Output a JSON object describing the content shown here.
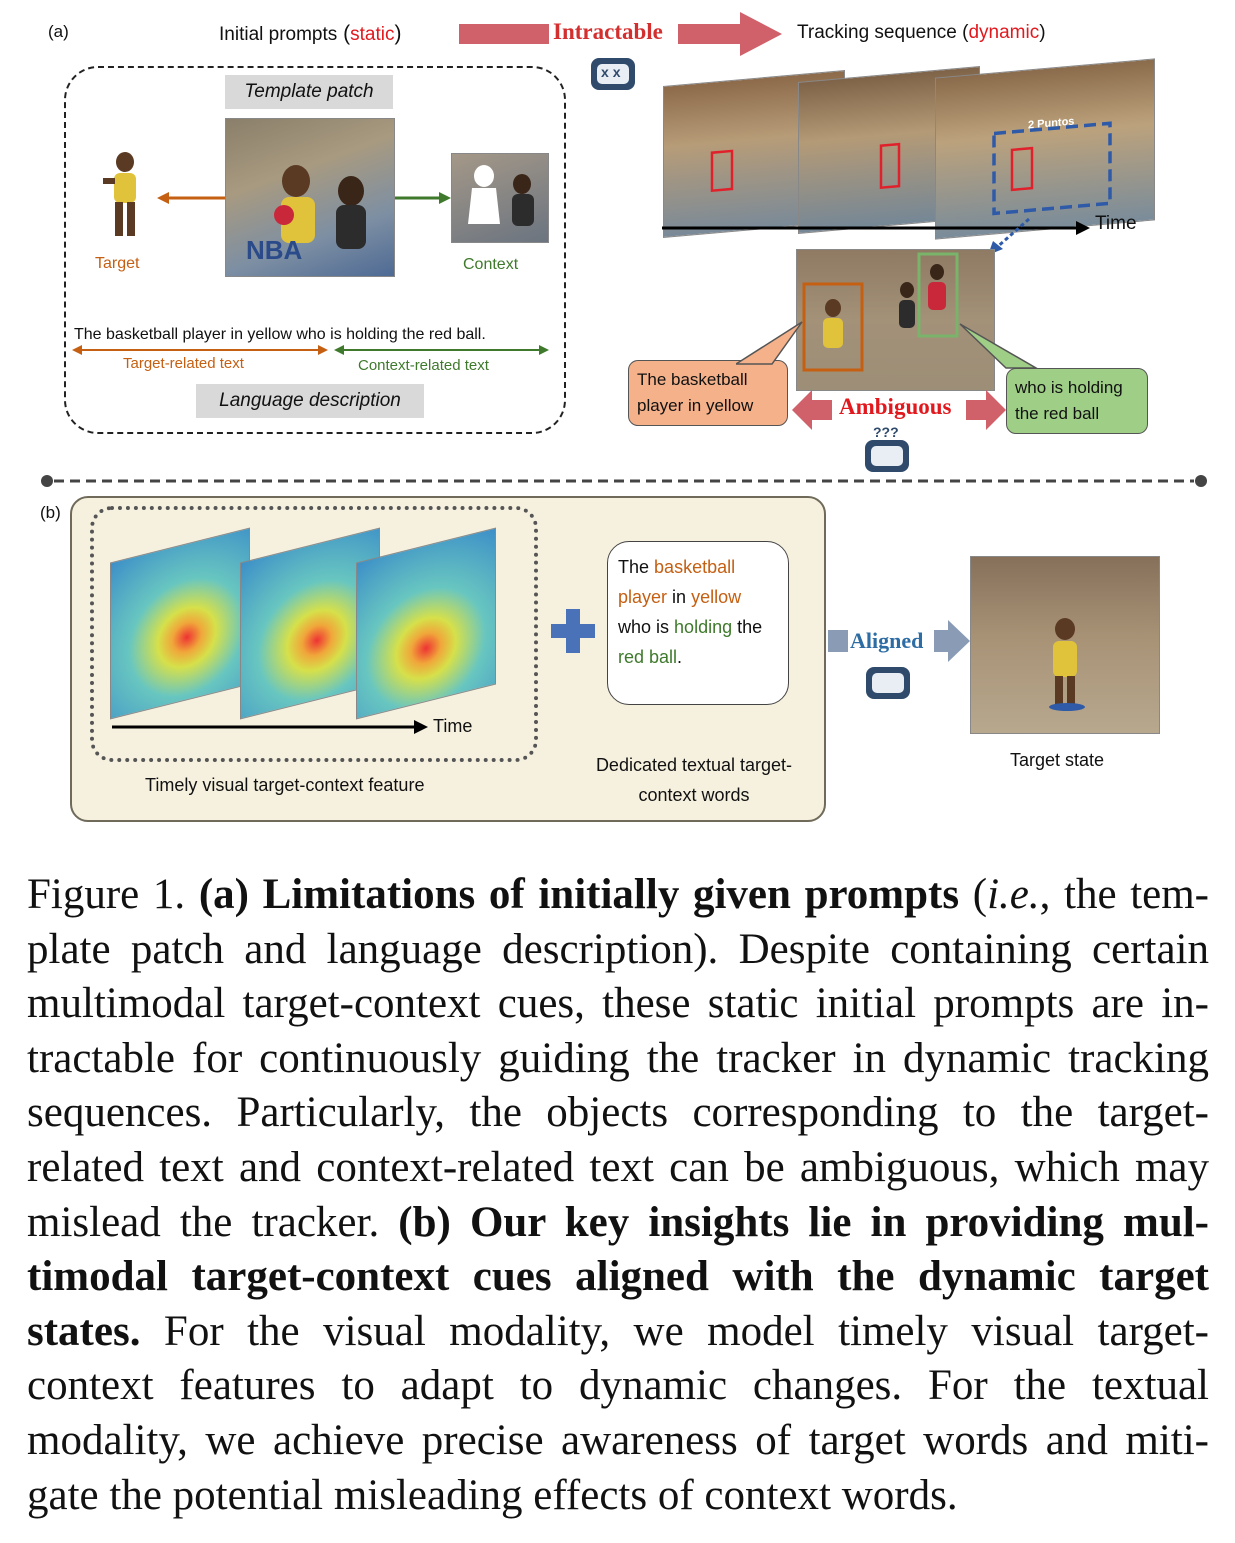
{
  "panel_a": {
    "tag": "(a)",
    "initial_prompts": "Initial prompts",
    "static": "static",
    "intractable": "Intractable",
    "tracking_sequence": "Tracking sequence",
    "dynamic": "dynamic",
    "template_patch": "Template patch",
    "target": "Target",
    "context": "Context",
    "sentence": "The basketball player in yellow who is holding the red ball.",
    "target_related": "Target-related text",
    "context_related": "Context-related text",
    "language_description": "Language description",
    "time": "Time",
    "bubble_left_1": "The basketball",
    "bubble_left_2": "player in yellow",
    "bubble_right_1": "who is holding",
    "bubble_right_2": "the red ball",
    "ambiguous": "Ambiguous",
    "question_marks": "???",
    "puntos": "2 Puntos"
  },
  "panel_b": {
    "tag": "(b)",
    "time": "Time",
    "visual_feature": "Timely visual target-context feature",
    "text_words": {
      "the": "The",
      "basketball": "basketball",
      "player": "player",
      "in": "in",
      "yellow": "yellow",
      "who_is": "who is",
      "holding": "holding",
      "the2": "the",
      "red_ball": "red ball",
      "period": "."
    },
    "dedicated_1": "Dedicated textual target-",
    "dedicated_2": "context words",
    "aligned": "Aligned",
    "target_state": "Target state"
  },
  "caption": {
    "figure_label": "Figure 1.",
    "a_bold": "(a) Limitations of initially given prompts",
    "a_paren_open": " (",
    "ie": "i.e.",
    "a_rest_1": ", the tem-plate patch and language description). Despite containing certain multimodal target-context cues, these static initial prompts are in-tractable for continuously guiding the tracker in dynamic tracking sequences. Particularly, the objects corresponding to the target-related text and context-related text can be ambiguous, which may mislead the tracker.",
    "b_bold": " (b) Our key insights lie in providing mul-timodal target-context cues aligned with the dynamic target states.",
    "b_rest": " For the visual modality, we model timely visual target-context features to adapt to dynamic changes. For the textual modality, we achieve precise awareness of target words and miti-gate the potential misleading effects of context words."
  },
  "colors": {
    "target_orange": "#c55f12",
    "context_green": "#3f7a2c",
    "emphasis_red": "#e1191e",
    "aligned_blue": "#2e6da4",
    "arrow_pink": "#d0606a"
  }
}
